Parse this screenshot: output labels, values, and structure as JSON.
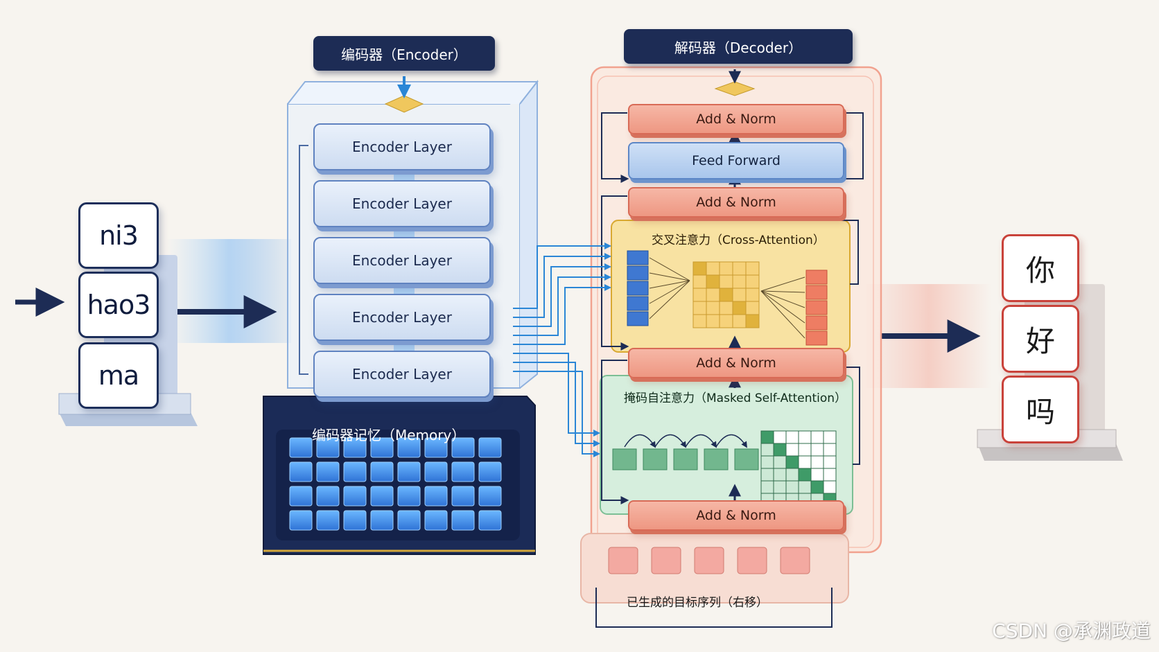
{
  "inputs": [
    "ni3",
    "hao3",
    "ma"
  ],
  "outputs": [
    "你",
    "好",
    "吗"
  ],
  "encoder": {
    "title": "编码器（Encoder）",
    "layers": [
      "Encoder Layer",
      "Encoder Layer",
      "Encoder Layer",
      "Encoder Layer",
      "Encoder Layer"
    ],
    "memory_label": "编码器记忆（Memory）"
  },
  "decoder": {
    "title": "解码器（Decoder）",
    "add_norm_label": "Add & Norm",
    "feed_forward_label": "Feed Forward",
    "cross_attention_label": "交叉注意力（Cross-Attention）",
    "masked_attention_label": "掩码自注意力（Masked Self-Attention）",
    "target_label": "已生成的目标序列（右移）"
  },
  "watermark": "CSDN @承渊政道",
  "colors": {
    "navy": "#1d2c55",
    "encoder_blue": "#4a8fe0",
    "decoder_salmon": "#ee9782",
    "cross_yellow": "#f3d57a",
    "masked_green": "#6fb08a",
    "output_red": "#c9423a"
  }
}
